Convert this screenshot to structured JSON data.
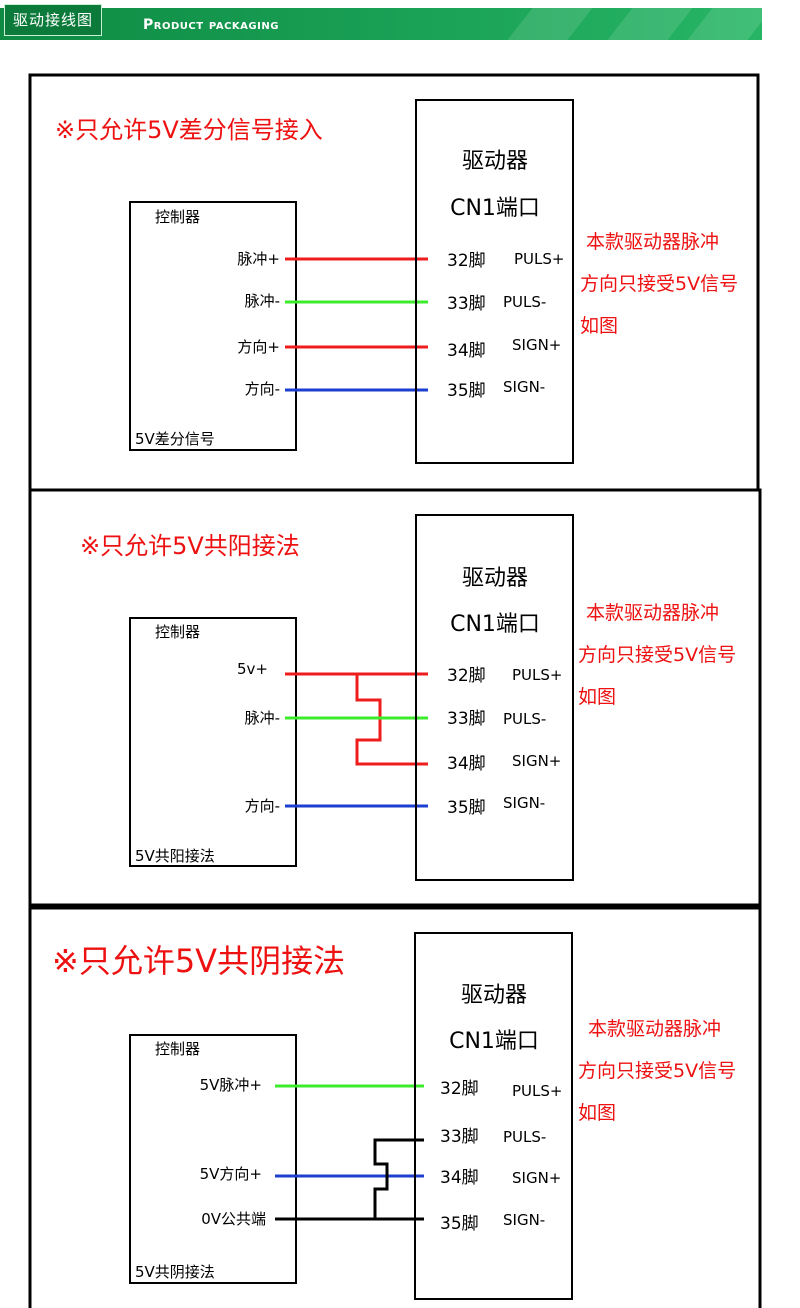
{
  "header": {
    "tag": "驱动接线图",
    "title": "Product packaging"
  },
  "panels": [
    {
      "title": "※只允许5V差分信号接入",
      "controller_label": "控制器",
      "controller_footer": "5V差分信号",
      "inputs": [
        "脉冲+",
        "脉冲-",
        "方向+",
        "方向-"
      ],
      "driver_title_1": "驱动器",
      "driver_title_2": "CN1端口",
      "pins": [
        "32脚",
        "33脚",
        "34脚",
        "35脚"
      ],
      "signals": [
        "PULS+",
        "PULS-",
        "SIGN+",
        "SIGN-"
      ],
      "note_1": "本款驱动器脉冲",
      "note_2": "方向只接受5V信号",
      "note_3": "如图"
    },
    {
      "title": "※只允许5V共阳接法",
      "controller_label": "控制器",
      "controller_footer": "5V共阳接法",
      "inputs": [
        "5v+",
        "脉冲-",
        "方向-"
      ],
      "driver_title_1": "驱动器",
      "driver_title_2": "CN1端口",
      "pins": [
        "32脚",
        "33脚",
        "34脚",
        "35脚"
      ],
      "signals": [
        "PULS+",
        "PULS-",
        "SIGN+",
        "SIGN-"
      ],
      "note_1": "本款驱动器脉冲",
      "note_2": "方向只接受5V信号",
      "note_3": "如图"
    },
    {
      "title": "※只允许5V共阴接法",
      "controller_label": "控制器",
      "controller_footer": "5V共阴接法",
      "inputs": [
        "5V脉冲+",
        "5V方向+",
        "0V公共端"
      ],
      "driver_title_1": "驱动器",
      "driver_title_2": "CN1端口",
      "pins": [
        "32脚",
        "33脚",
        "34脚",
        "35脚"
      ],
      "signals": [
        "PULS+",
        "PULS-",
        "SIGN+",
        "SIGN-"
      ],
      "note_1": "本款驱动器脉冲",
      "note_2": "方向只接受5V信号",
      "note_3": "如图"
    }
  ],
  "colors": {
    "red": "#ee1c1c",
    "green": "#3cec2c",
    "blue": "#1d3fd1",
    "black": "#000000",
    "title_red": "#ee1111"
  }
}
